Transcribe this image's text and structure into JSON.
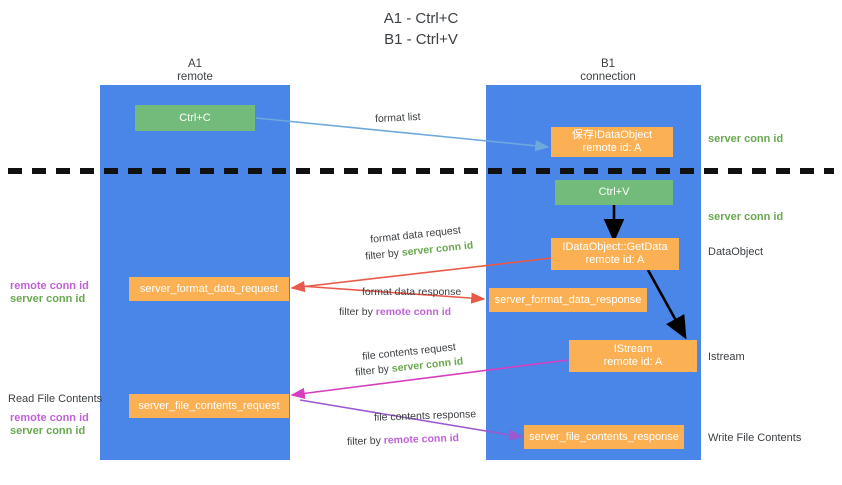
{
  "title": {
    "line1": "A1 - Ctrl+C",
    "line2": "B1 - Ctrl+V"
  },
  "columns": [
    {
      "name": "A1",
      "sub": "remote"
    },
    {
      "name": "B1",
      "sub": "connection"
    }
  ],
  "colors": {
    "lane": "#4a86e8",
    "green_box": "#73bb7a",
    "orange_box": "#fbb054",
    "green_text": "#6aa84f",
    "purple_text": "#c063d8",
    "arrow_blue": "#6fa8dc",
    "arrow_red": "#e8594a",
    "arrow_magenta": "#d63fc0",
    "arrow_purple": "#9b59d0",
    "arrow_black": "#000000",
    "divider": "#111111"
  },
  "boxes": {
    "ctrl_c": {
      "line1": "Ctrl+C"
    },
    "ctrl_v": {
      "line1": "Ctrl+V"
    },
    "save_idataobject": {
      "line1": "保存IDataObject",
      "line2": "remote id: A"
    },
    "getdata": {
      "line1": "IDataObject::GetData",
      "line2": "remote id: A"
    },
    "istream": {
      "line1": "IStream",
      "line2": "remote id: A"
    },
    "server_format_data_request": {
      "line1": "server_format_data_request"
    },
    "server_format_data_response": {
      "line1": "server_format_data_response"
    },
    "server_file_contents_request": {
      "line1": "server_file_contents_request"
    },
    "server_file_contents_response": {
      "line1": "server_file_contents_response"
    }
  },
  "right_labels": {
    "server_conn_id_top": "server conn id",
    "server_conn_id_mid": "server conn id",
    "dataobject": "DataObject",
    "istream": "Istream",
    "write_file_contents": "Write File Contents"
  },
  "left_labels": {
    "remote_conn_id_1": "remote conn id",
    "server_conn_id_1": "server conn id",
    "read_file_contents": "Read File Contents",
    "remote_conn_id_2": "remote conn id",
    "server_conn_id_2": "server conn id"
  },
  "edge_labels": {
    "format_list": "format list",
    "format_data_request": "format data request",
    "format_data_request_filter_prefix": "filter by ",
    "format_data_request_filter_value": "server conn id",
    "format_data_response": "format data response",
    "format_data_response_filter_prefix": "filter by ",
    "format_data_response_filter_value": "remote conn id",
    "file_contents_request": "file contents request",
    "file_contents_request_filter_prefix": "filter by ",
    "file_contents_request_filter_value": "server conn id",
    "file_contents_response": "file contents response",
    "file_contents_response_filter_prefix": "filter by ",
    "file_contents_response_filter_value": "remote conn id"
  }
}
